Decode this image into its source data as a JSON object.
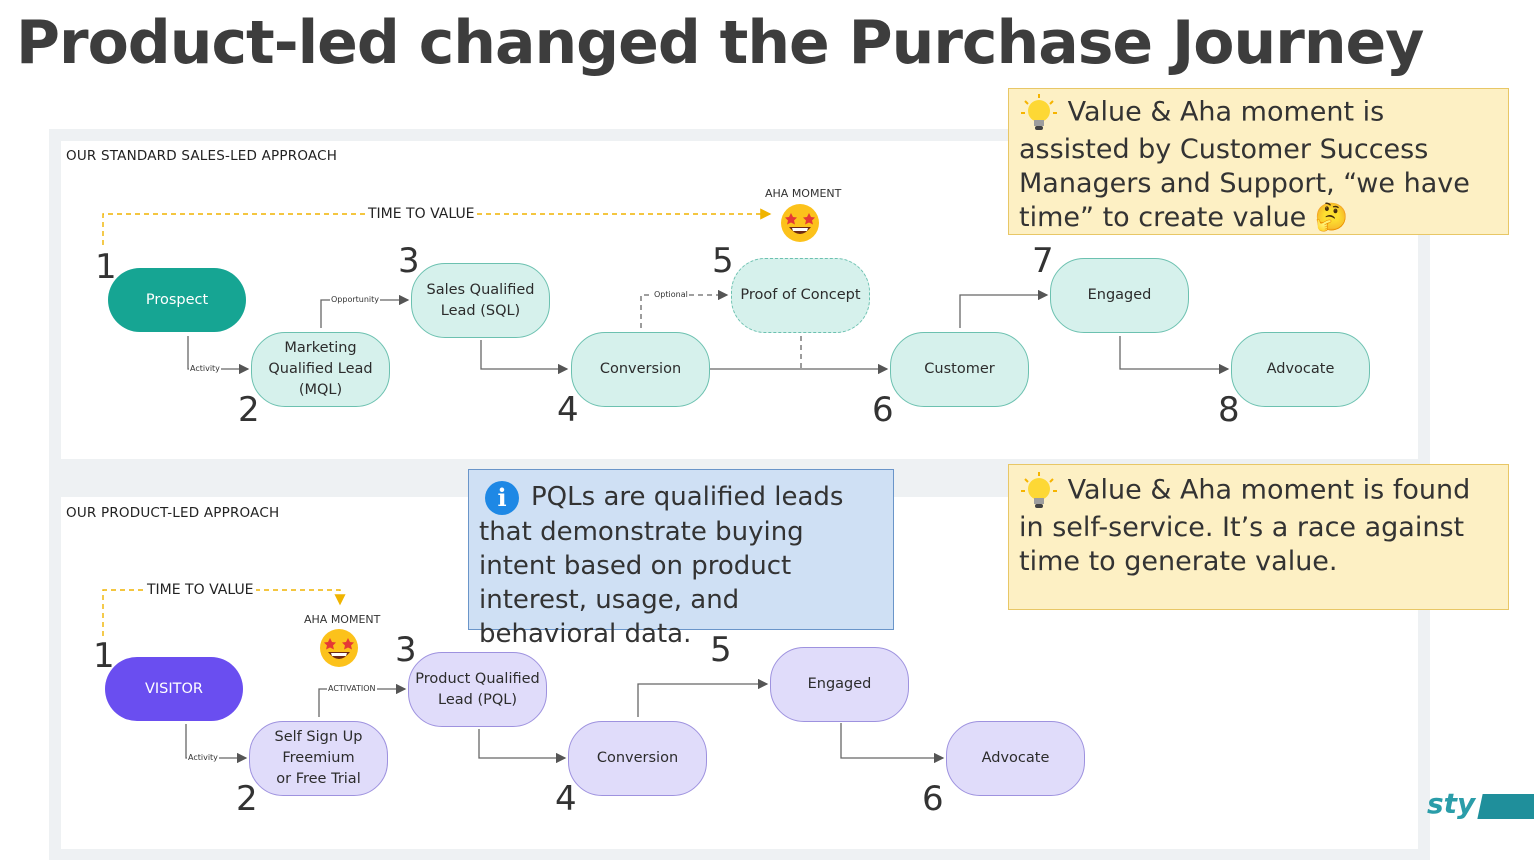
{
  "title": "Product-led changed the Purchase Journey",
  "sales_led": {
    "label": "OUR STANDARD SALES-LED APPROACH",
    "time_to_value": "TIME TO VALUE",
    "aha_moment": "AHA MOMENT",
    "nodes": {
      "prospect": "Prospect",
      "mql_line1": "Marketing",
      "mql_line2": "Qualified Lead",
      "mql_line3": "(MQL)",
      "sql_line1": "Sales Qualified",
      "sql_line2": "Lead (SQL)",
      "conversion": "Conversion",
      "poc": "Proof of Concept",
      "customer": "Customer",
      "engaged": "Engaged",
      "advocate": "Advocate"
    },
    "edge_labels": {
      "activity": "Activity",
      "opportunity": "Opportunity",
      "optional": "Optional"
    },
    "numbers": [
      "1",
      "2",
      "3",
      "4",
      "5",
      "6",
      "7",
      "8"
    ]
  },
  "product_led": {
    "label": "OUR PRODUCT-LED APPROACH",
    "time_to_value": "TIME TO VALUE",
    "aha_moment": "AHA MOMENT",
    "nodes": {
      "visitor": "VISITOR",
      "signup_line1": "Self Sign Up",
      "signup_line2": "Freemium",
      "signup_line3": "or Free Trial",
      "pql_line1": "Product Qualified",
      "pql_line2": "Lead (PQL)",
      "conversion": "Conversion",
      "engaged": "Engaged",
      "advocate": "Advocate"
    },
    "edge_labels": {
      "activity": "Activity",
      "activation": "ACTIVATION"
    },
    "numbers": [
      "1",
      "2",
      "3",
      "4",
      "5",
      "6"
    ]
  },
  "notes": {
    "sales_note": "Value & Aha moment is assisted by Customer Success Managers and Support, “we have time” to create value",
    "sales_note_emoji": "🤔",
    "product_note": "Value & Aha moment is found in self-service. It’s a race against time to generate value.",
    "info_note": "PQLs are qualified leads that demonstrate buying intent based on product interest, usage, and behavioral data."
  },
  "brand": {
    "text": "sty",
    "color": "#2a9da9"
  },
  "colors": {
    "teal_fill": "#d6f1ec",
    "teal_strong": "#16a593",
    "purple_fill": "#e0dcfa",
    "purple_strong": "#6a4ef0",
    "note_fill": "#fdf0c4",
    "info_fill": "#cfe0f4"
  },
  "icons": [
    "lightbulb-icon",
    "info-icon",
    "star-struck-emoji-icon",
    "thinking-emoji-icon"
  ]
}
